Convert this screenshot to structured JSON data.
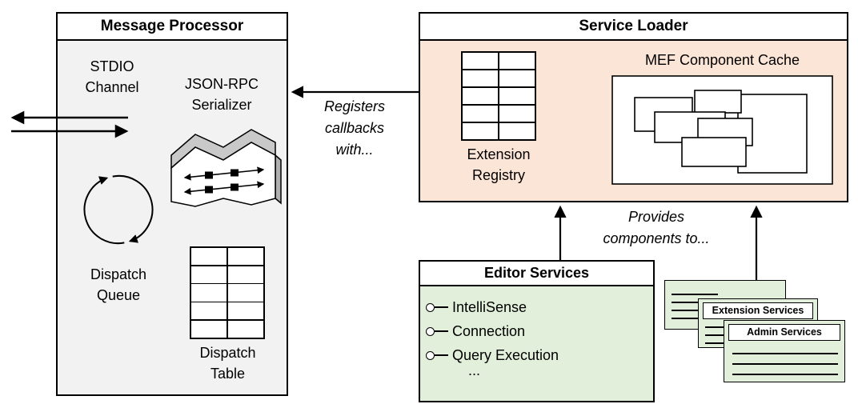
{
  "colors": {
    "gray_fill": "#f2f2f2",
    "orange_fill": "#fbe5d6",
    "green_fill": "#e2efda",
    "border": "#000000",
    "ribbon_gray": "#c9c9c9"
  },
  "message_processor": {
    "title": "Message Processor",
    "stdio_channel": "STDIO Channel",
    "json_rpc": "JSON-RPC Serializer",
    "dispatch_queue": "Dispatch Queue",
    "dispatch_table": "Dispatch Table"
  },
  "service_loader": {
    "title": "Service Loader",
    "extension_registry": "Extension Registry",
    "mef_cache": "MEF Component Cache"
  },
  "editor_services": {
    "title": "Editor Services",
    "items": [
      "IntelliSense",
      "Connection",
      "Query Execution"
    ],
    "ellipsis": "..."
  },
  "service_cards": {
    "extension_title": "Extension Services",
    "admin_title": "Admin Services"
  },
  "annotations": {
    "registers": "Registers callbacks with...",
    "provides": "Provides components to..."
  },
  "icons": {
    "stdio": "double-horizontal-arrows",
    "dispatch_queue": "circular-cycle-arrows",
    "json_rpc": "serializer-ribbon-with-packets",
    "dispatch_table": "table-grid",
    "extension_registry": "table-grid",
    "mef_cache": "overlapping-component-rectangles",
    "editor_item": "interface-pin-circle"
  }
}
